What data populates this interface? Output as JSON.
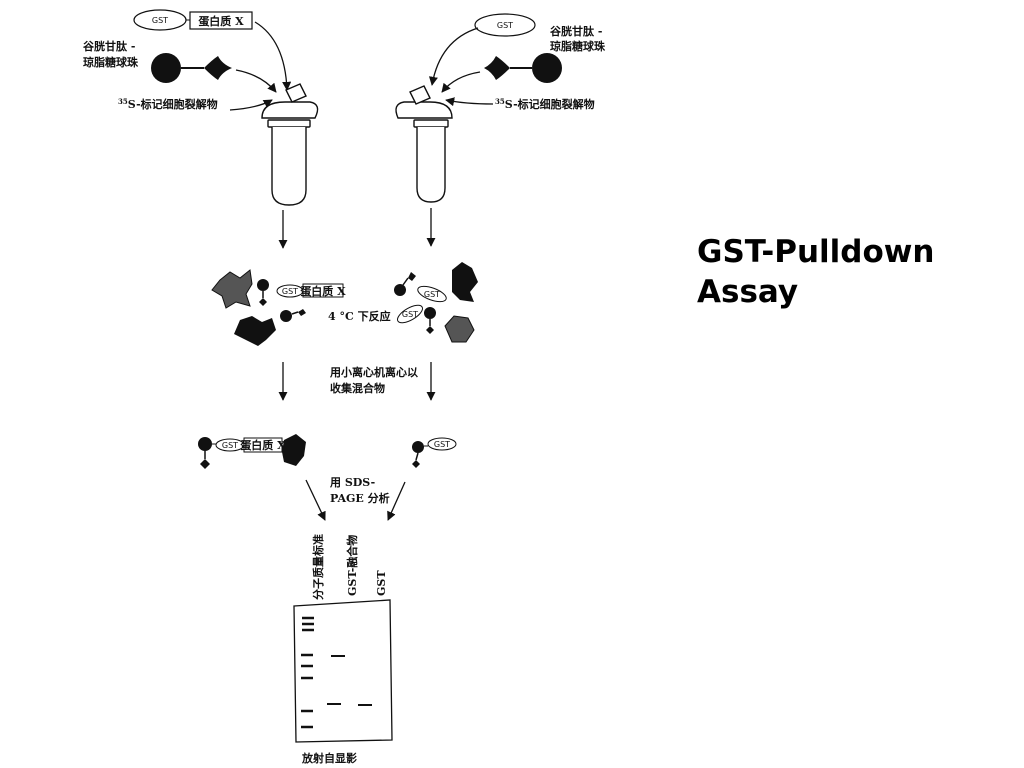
{
  "slide": {
    "title_line1": "GST-Pulldown",
    "title_line2": "Assay"
  },
  "diagram": {
    "gst": "GST",
    "gst_protein_x": "GST",
    "protein_x": "蛋白质 X",
    "bead_line1": "谷胱甘肽 -",
    "bead_line2": "琼脂糖球珠",
    "lysate": "S-标记细胞裂解物",
    "lysate_sup": "35",
    "reaction": "4 °C 下反应",
    "centrifuge_line1": "用小离心机离心以",
    "centrifuge_line2": "收集混合物",
    "sds_line1": "用 SDS-",
    "sds_line2": "PAGE 分析",
    "lane_marker": "分子质量标准",
    "lane_fusion": "GST-融合物",
    "lane_gst": "GST",
    "autoradiography": "放射自显影"
  }
}
